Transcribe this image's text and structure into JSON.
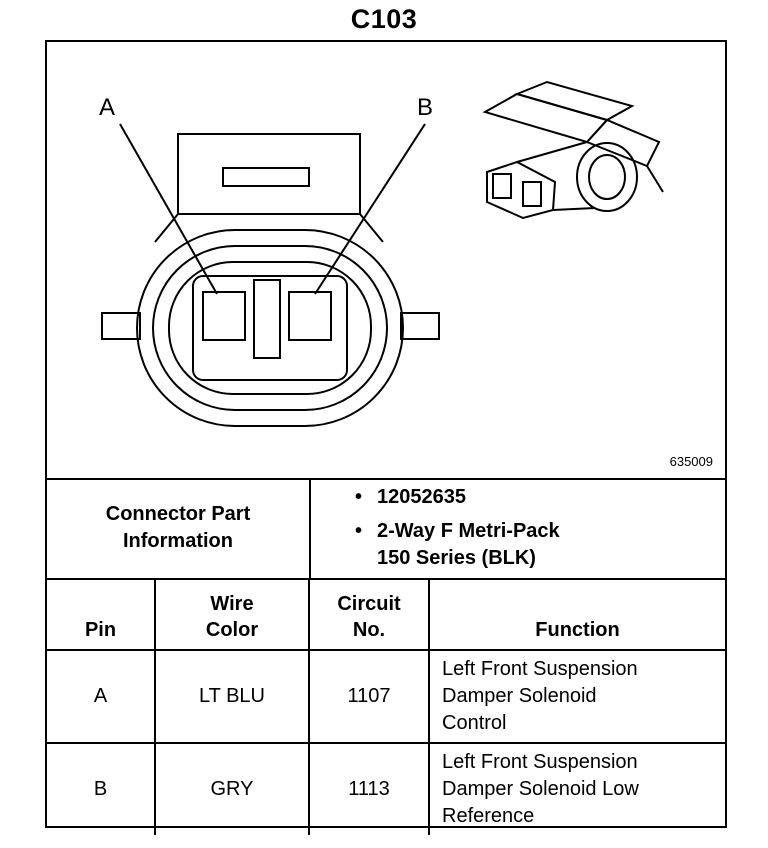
{
  "title": "C103",
  "figure_number": "635009",
  "pin_labels": {
    "a": "A",
    "b": "B"
  },
  "connector_info": {
    "label_line1": "Connector Part",
    "label_line2": "Information",
    "items": [
      {
        "bullet": "•",
        "line1": "12052635",
        "line2": ""
      },
      {
        "bullet": "•",
        "line1": "2-Way F Metri-Pack",
        "line2": "150 Series (BLK)"
      }
    ]
  },
  "table": {
    "headers": {
      "pin": "Pin",
      "wire_line1": "Wire",
      "wire_line2": "Color",
      "circuit_line1": "Circuit",
      "circuit_line2": "No.",
      "function": "Function"
    },
    "rows": [
      {
        "pin": "A",
        "wire_color": "LT BLU",
        "circuit": "1107",
        "function_lines": [
          "Left Front Suspension",
          "Damper Solenoid",
          "Control"
        ]
      },
      {
        "pin": "B",
        "wire_color": "GRY",
        "circuit": "1113",
        "function_lines": [
          "Left Front Suspension",
          "Damper Solenoid Low",
          "Reference"
        ]
      }
    ]
  }
}
